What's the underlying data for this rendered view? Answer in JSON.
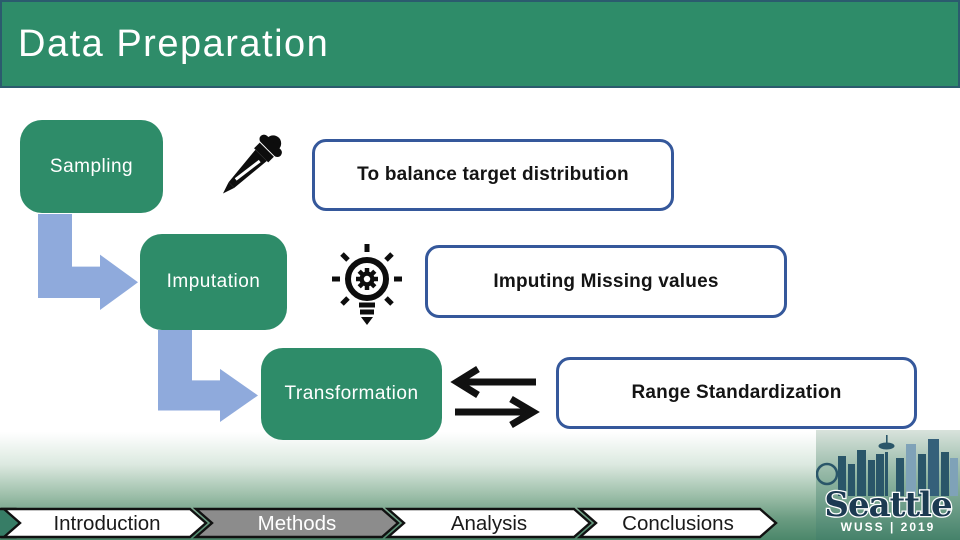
{
  "slide": {
    "title": "Data Preparation"
  },
  "steps": [
    {
      "label": "Sampling",
      "icon": "eyedropper-icon",
      "note": "To balance target distribution"
    },
    {
      "label": "Imputation",
      "icon": "lightbulb-gear-icon",
      "note": "Imputing Missing values"
    },
    {
      "label": "Transformation",
      "icon": "swap-arrows-icon",
      "note": "Range Standardization"
    }
  ],
  "nav": {
    "items": [
      {
        "label": "Introduction",
        "state": "default"
      },
      {
        "label": "Methods",
        "state": "active"
      },
      {
        "label": "Analysis",
        "state": "default"
      },
      {
        "label": "Conclusions",
        "state": "default"
      }
    ]
  },
  "logo": {
    "city": "Seattle",
    "tagline": "WUSS | 2019"
  },
  "colors": {
    "theme_green": "#2E8C69",
    "header_border": "#2B5B6E",
    "note_border": "#35589B",
    "connector_blue": "#8FAADC",
    "nav_active_gray": "#8C8C8C",
    "logo_navy": "#1C3A52",
    "skyline_teal": "#2A5669"
  }
}
